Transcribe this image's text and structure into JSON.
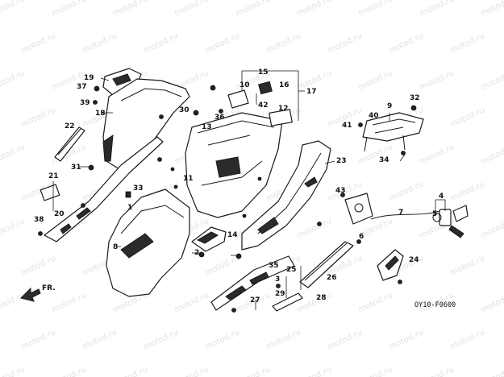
{
  "watermark": "motod.ru",
  "diagram_code": "OY10-F0600",
  "front_label": "FR.",
  "callouts": [
    "1",
    "2",
    "3",
    "4",
    "5",
    "6",
    "7",
    "8",
    "9",
    "10",
    "11",
    "12",
    "13",
    "14",
    "15",
    "16",
    "17",
    "18",
    "19",
    "20",
    "21",
    "22",
    "23",
    "24",
    "25",
    "26",
    "27",
    "28",
    "29",
    "30",
    "31",
    "32",
    "33",
    "34",
    "35",
    "36",
    "37",
    "38",
    "39",
    "40",
    "41",
    "42",
    "43"
  ]
}
